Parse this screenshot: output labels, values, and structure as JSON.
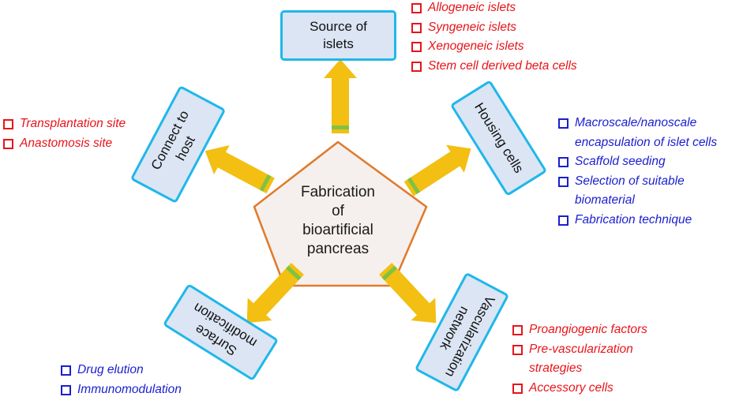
{
  "center": {
    "lines": [
      "Fabrication",
      "of",
      "bioartificial",
      "pancreas"
    ]
  },
  "nodes": {
    "source": {
      "lines": [
        "Source of",
        "islets"
      ]
    },
    "housing": {
      "lines": [
        "Housing cells"
      ]
    },
    "vascular": {
      "lines": [
        "Vascularization",
        "network"
      ]
    },
    "surface": {
      "lines": [
        "Surface",
        "modification"
      ]
    },
    "connect": {
      "lines": [
        "Connect to",
        "host"
      ]
    }
  },
  "lists": {
    "source": [
      "Allogeneic islets",
      "Syngeneic islets",
      "Xenogeneic islets",
      "Stem cell derived beta cells"
    ],
    "housing": [
      [
        "Macroscale/nanoscale",
        "encapsulation of islet cells"
      ],
      "Scaffold seeding",
      [
        "Selection of suitable",
        "biomaterial"
      ],
      "Fabrication technique"
    ],
    "vascular": [
      "Proangiogenic factors",
      [
        "Pre-vascularization",
        "strategies"
      ],
      "Accessory cells"
    ],
    "surface": [
      "Drug elution",
      "Immunomodulation"
    ],
    "connect": [
      "Transplantation site",
      "Anastomosis site"
    ]
  },
  "colors": {
    "box_fill": "#dbe5f4",
    "box_border": "#1fb7ea",
    "pentagon_fill": "#f5f0ee",
    "pentagon_border": "#e07a2a",
    "arrow_fill": "#f2bf12",
    "arrow_band": "#7fc241",
    "red_text": "#e8141a",
    "blue_text": "#1a1ed0"
  }
}
